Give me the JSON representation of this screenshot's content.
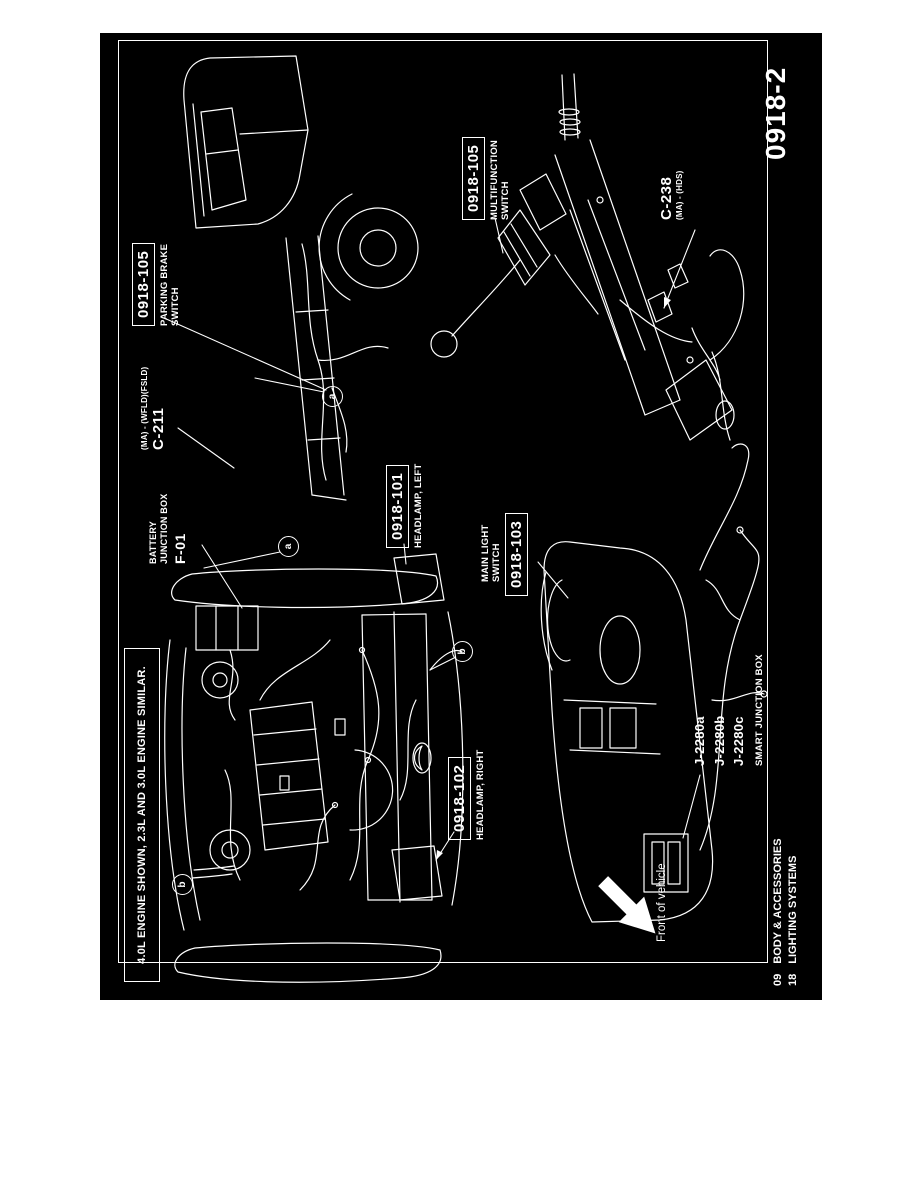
{
  "page": {
    "number": "0918-2",
    "note": "4.0L ENGINE SHOWN, 2.3L AND 3.0L ENGINE SIMILAR.",
    "footer": {
      "codes": [
        "09",
        "18"
      ],
      "titles": [
        "BODY & ACCESSORIES",
        "LIGHTING SYSTEMS"
      ]
    }
  },
  "colors": {
    "page_bg": "#000000",
    "ink": "#ffffff",
    "paper": "#ffffff"
  },
  "callouts": {
    "parking_brake_switch": {
      "code": "0918-105",
      "label_line1": "PARKING BRAKE",
      "label_line2": "SWITCH"
    },
    "multifunction_switch": {
      "code": "0918-105",
      "label_line1": "MULTIFUNCTION",
      "label_line2": "SWITCH"
    },
    "headlamp_left": {
      "code": "0918-101",
      "label": "HEADLAMP, LEFT"
    },
    "headlamp_right": {
      "code": "0918-102",
      "label": "HEADLAMP, RIGHT"
    },
    "main_light_switch": {
      "code": "0918-103",
      "label_line1": "MAIN LIGHT",
      "label_line2": "SWITCH"
    },
    "connector_c211": {
      "detail": "(MA) - (WFLD)(FSLD)",
      "code": "C-211"
    },
    "connector_c238": {
      "code": "C-238",
      "detail": "(MA) - (HDS)"
    },
    "battery_junction_box": {
      "label_line1": "BATTERY",
      "label_line2": "JUNCTION BOX",
      "code": "F-01"
    },
    "smart_junction_box": {
      "codes": [
        "J-2280a",
        "J-2280b",
        "J-2280c"
      ],
      "label": "SMART JUNCTION BOX"
    },
    "front_of_vehicle": {
      "label": "Front of vehicle"
    }
  },
  "view_markers": {
    "truck": "a",
    "engine_top": "a",
    "engine_bottom": "b",
    "engine_left": "b"
  }
}
